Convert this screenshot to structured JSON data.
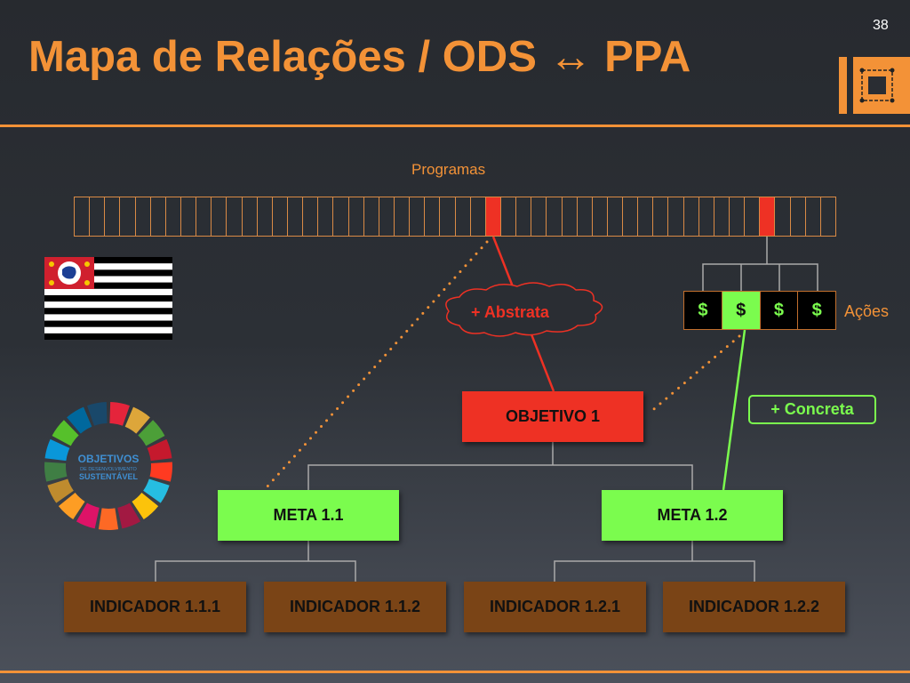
{
  "slide": {
    "title": "Mapa de Relações / ODS ↔ PPA",
    "page_number": "38"
  },
  "colors": {
    "accent": "#f39237",
    "red": "#ee3124",
    "green": "#7bfc4e",
    "brown": "#7a4416"
  },
  "programas": {
    "label": "Programas",
    "cell_count": 50,
    "selected_indices": [
      27,
      45
    ]
  },
  "acoes": {
    "label": "Ações",
    "items": [
      "$",
      "$",
      "$",
      "$"
    ],
    "selected_index": 1
  },
  "cloud_label": "+ Abstrata",
  "concreta_label": "+ Concreta",
  "objetivo": "OBJETIVO 1",
  "metas": [
    "META 1.1",
    "META 1.2"
  ],
  "indicadores": [
    "INDICADOR 1.1.1",
    "INDICADOR 1.1.2",
    "INDICADOR 1.2.1",
    "INDICADOR 1.2.2"
  ],
  "sdg_logo": {
    "line1": "OBJETIVOS",
    "line2": "DE DESENVOLVIMENTO",
    "line3": "SUSTENTÁVEL"
  },
  "icons": [
    "frame-logo-icon",
    "sao-paulo-flag-icon",
    "sdg-wheel-icon"
  ]
}
